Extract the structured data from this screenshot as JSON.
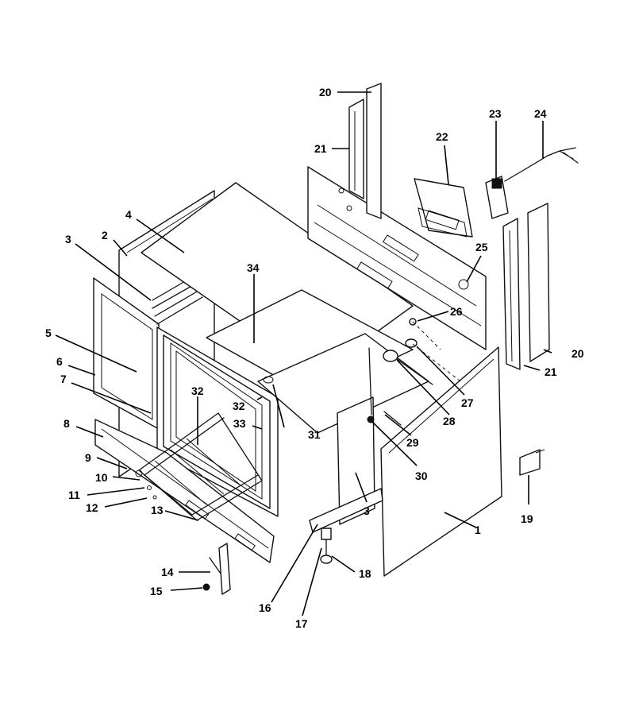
{
  "callouts": {
    "n1": "1",
    "n2": "2",
    "n3a": "3",
    "n3b": "3",
    "n4": "4",
    "n5": "5",
    "n6": "6",
    "n7": "7",
    "n8": "8",
    "n9": "9",
    "n10": "10",
    "n11": "11",
    "n12": "12",
    "n13": "13",
    "n14": "14",
    "n15": "15",
    "n16": "16",
    "n17": "17",
    "n18": "18",
    "n19": "19",
    "n20a": "20",
    "n20b": "20",
    "n21a": "21",
    "n21b": "21",
    "n22": "22",
    "n23": "23",
    "n24": "24",
    "n25": "25",
    "n26": "26",
    "n27": "27",
    "n28": "28",
    "n29": "29",
    "n30": "30",
    "n31": "31",
    "n32a": "32",
    "n32b": "32",
    "n33": "33",
    "n34": "34"
  }
}
